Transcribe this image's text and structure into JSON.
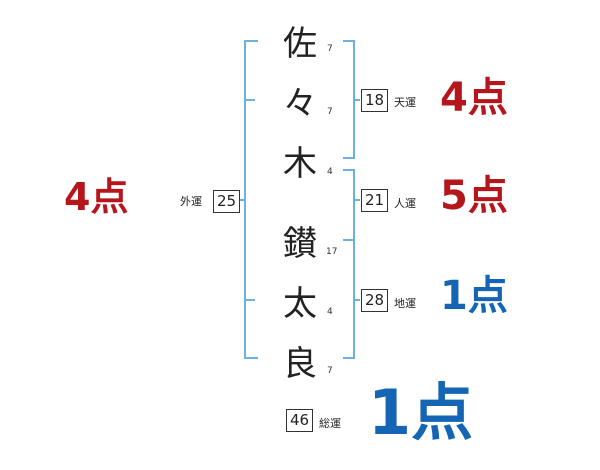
{
  "name_chars": [
    "佐",
    "々",
    "木",
    "鑚",
    "太",
    "良"
  ],
  "strokes": [
    "7",
    "7",
    "4",
    "17",
    "4",
    "7"
  ],
  "gaiun": {
    "value": "25",
    "label": "外運",
    "score": "4点"
  },
  "tenun": {
    "value": "18",
    "label": "天運",
    "score": "4点"
  },
  "jinun": {
    "value": "21",
    "label": "人運",
    "score": "5点"
  },
  "chiun": {
    "value": "28",
    "label": "地運",
    "score": "1点"
  },
  "souun": {
    "value": "46",
    "label": "総運",
    "score": "1点"
  },
  "colors": {
    "good": "#b5151b",
    "bad": "#1565b5",
    "bracket": "#6bb3dc"
  }
}
